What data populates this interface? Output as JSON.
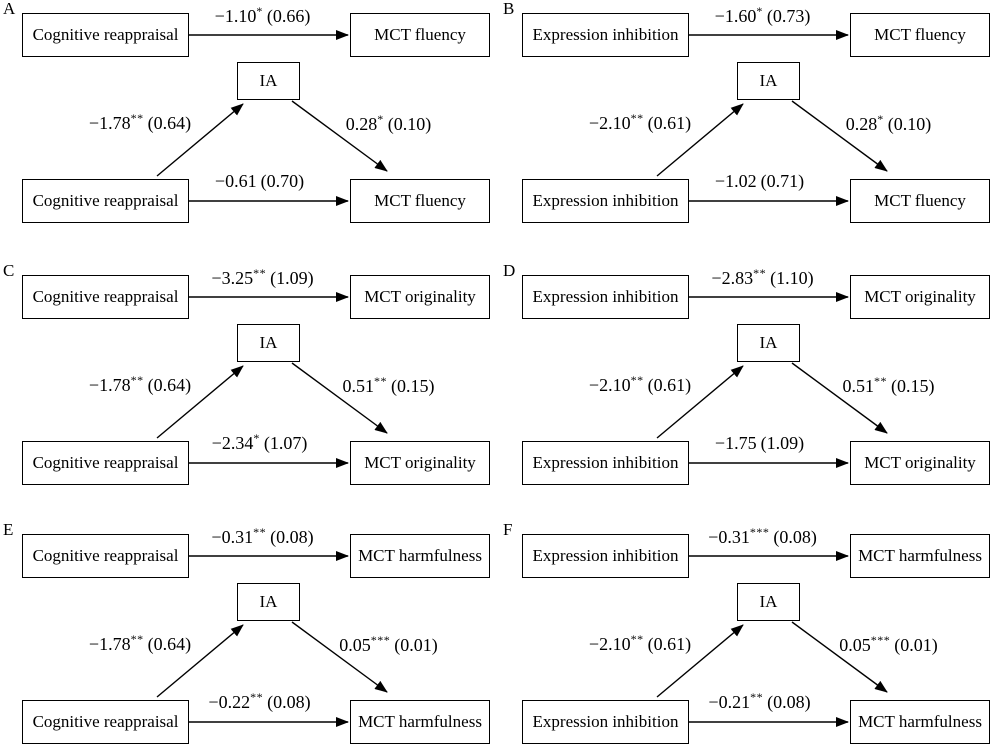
{
  "figure": {
    "mediator": "IA",
    "panels": [
      {
        "letter": "A",
        "predictor": "Cognitive reappraisal",
        "outcome": "MCT fluency",
        "total": {
          "value": "−1.10",
          "sig": "*",
          "se": "(0.66)"
        },
        "a": {
          "value": "−1.78",
          "sig": "**",
          "se": "(0.64)"
        },
        "b": {
          "value": "0.28",
          "sig": "*",
          "se": "(0.10)"
        },
        "direct": {
          "value": "−0.61",
          "sig": "",
          "se": "(0.70)"
        }
      },
      {
        "letter": "B",
        "predictor": "Expression inhibition",
        "outcome": "MCT fluency",
        "total": {
          "value": "−1.60",
          "sig": "*",
          "se": "(0.73)"
        },
        "a": {
          "value": "−2.10",
          "sig": "**",
          "se": "(0.61)"
        },
        "b": {
          "value": "0.28",
          "sig": "*",
          "se": "(0.10)"
        },
        "direct": {
          "value": "−1.02",
          "sig": "",
          "se": "(0.71)"
        }
      },
      {
        "letter": "C",
        "predictor": "Cognitive reappraisal",
        "outcome": "MCT originality",
        "total": {
          "value": "−3.25",
          "sig": "**",
          "se": "(1.09)"
        },
        "a": {
          "value": "−1.78",
          "sig": "**",
          "se": "(0.64)"
        },
        "b": {
          "value": "0.51",
          "sig": "**",
          "se": "(0.15)"
        },
        "direct": {
          "value": "−2.34",
          "sig": "*",
          "se": "(1.07)"
        }
      },
      {
        "letter": "D",
        "predictor": "Expression inhibition",
        "outcome": "MCT originality",
        "total": {
          "value": "−2.83",
          "sig": "**",
          "se": "(1.10)"
        },
        "a": {
          "value": "−2.10",
          "sig": "**",
          "se": "(0.61)"
        },
        "b": {
          "value": "0.51",
          "sig": "**",
          "se": "(0.15)"
        },
        "direct": {
          "value": "−1.75",
          "sig": "",
          "se": "(1.09)"
        }
      },
      {
        "letter": "E",
        "predictor": "Cognitive reappraisal",
        "outcome": "MCT harmfulness",
        "total": {
          "value": "−0.31",
          "sig": "**",
          "se": "(0.08)"
        },
        "a": {
          "value": "−1.78",
          "sig": "**",
          "se": "(0.64)"
        },
        "b": {
          "value": "0.05",
          "sig": "***",
          "se": "(0.01)"
        },
        "direct": {
          "value": "−0.22",
          "sig": "**",
          "se": "(0.08)"
        }
      },
      {
        "letter": "F",
        "predictor": "Expression inhibition",
        "outcome": "MCT harmfulness",
        "total": {
          "value": "−0.31",
          "sig": "***",
          "se": "(0.08)"
        },
        "a": {
          "value": "−2.10",
          "sig": "**",
          "se": "(0.61)"
        },
        "b": {
          "value": "0.05",
          "sig": "***",
          "se": "(0.01)"
        },
        "direct": {
          "value": "−0.21",
          "sig": "**",
          "se": "(0.08)"
        }
      }
    ]
  }
}
